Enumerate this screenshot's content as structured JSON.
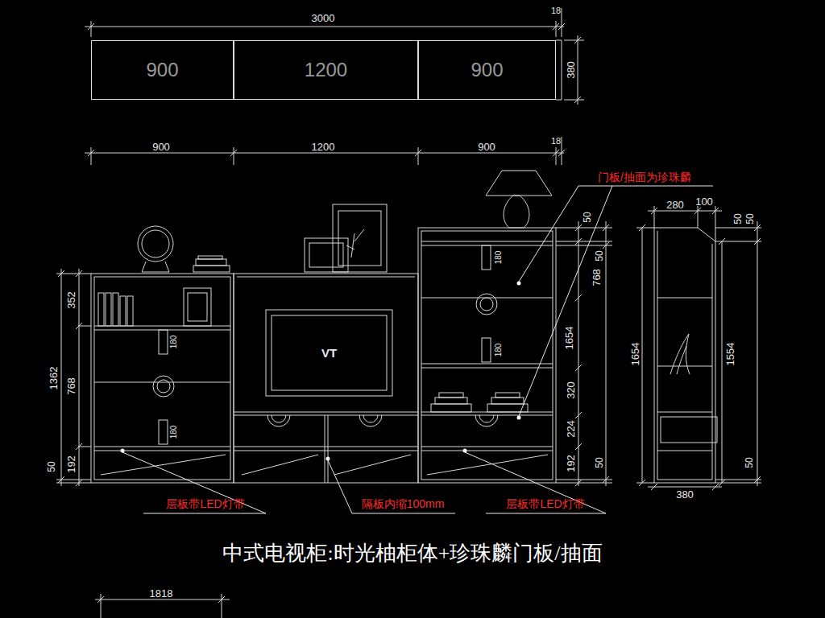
{
  "diagram": {
    "title": "中式电视柜:时光柚柜体+珍珠麟门板/抽面",
    "nodes": [
      {
        "text": [
          "900"
        ]
      },
      {
        "text": [
          "1200"
        ]
      },
      {
        "text": [
          "900"
        ]
      },
      {
        "text": [
          "VT"
        ]
      }
    ],
    "labels": [
      "3000",
      "18",
      "380",
      "900",
      "1200",
      "900",
      "18",
      "门板/抽面为珍珠麟",
      "50",
      "50",
      "768",
      "1654",
      "320",
      "224",
      "192",
      "50",
      "180",
      "180",
      "352",
      "1362",
      "768",
      "192",
      "50",
      "180",
      "180",
      "280",
      "100",
      "50",
      "50",
      "1654",
      "1554",
      "50",
      "380",
      "层板带LED灯带",
      "隔板内缩100mm",
      "层板带LED灯带",
      "1818"
    ]
  }
}
